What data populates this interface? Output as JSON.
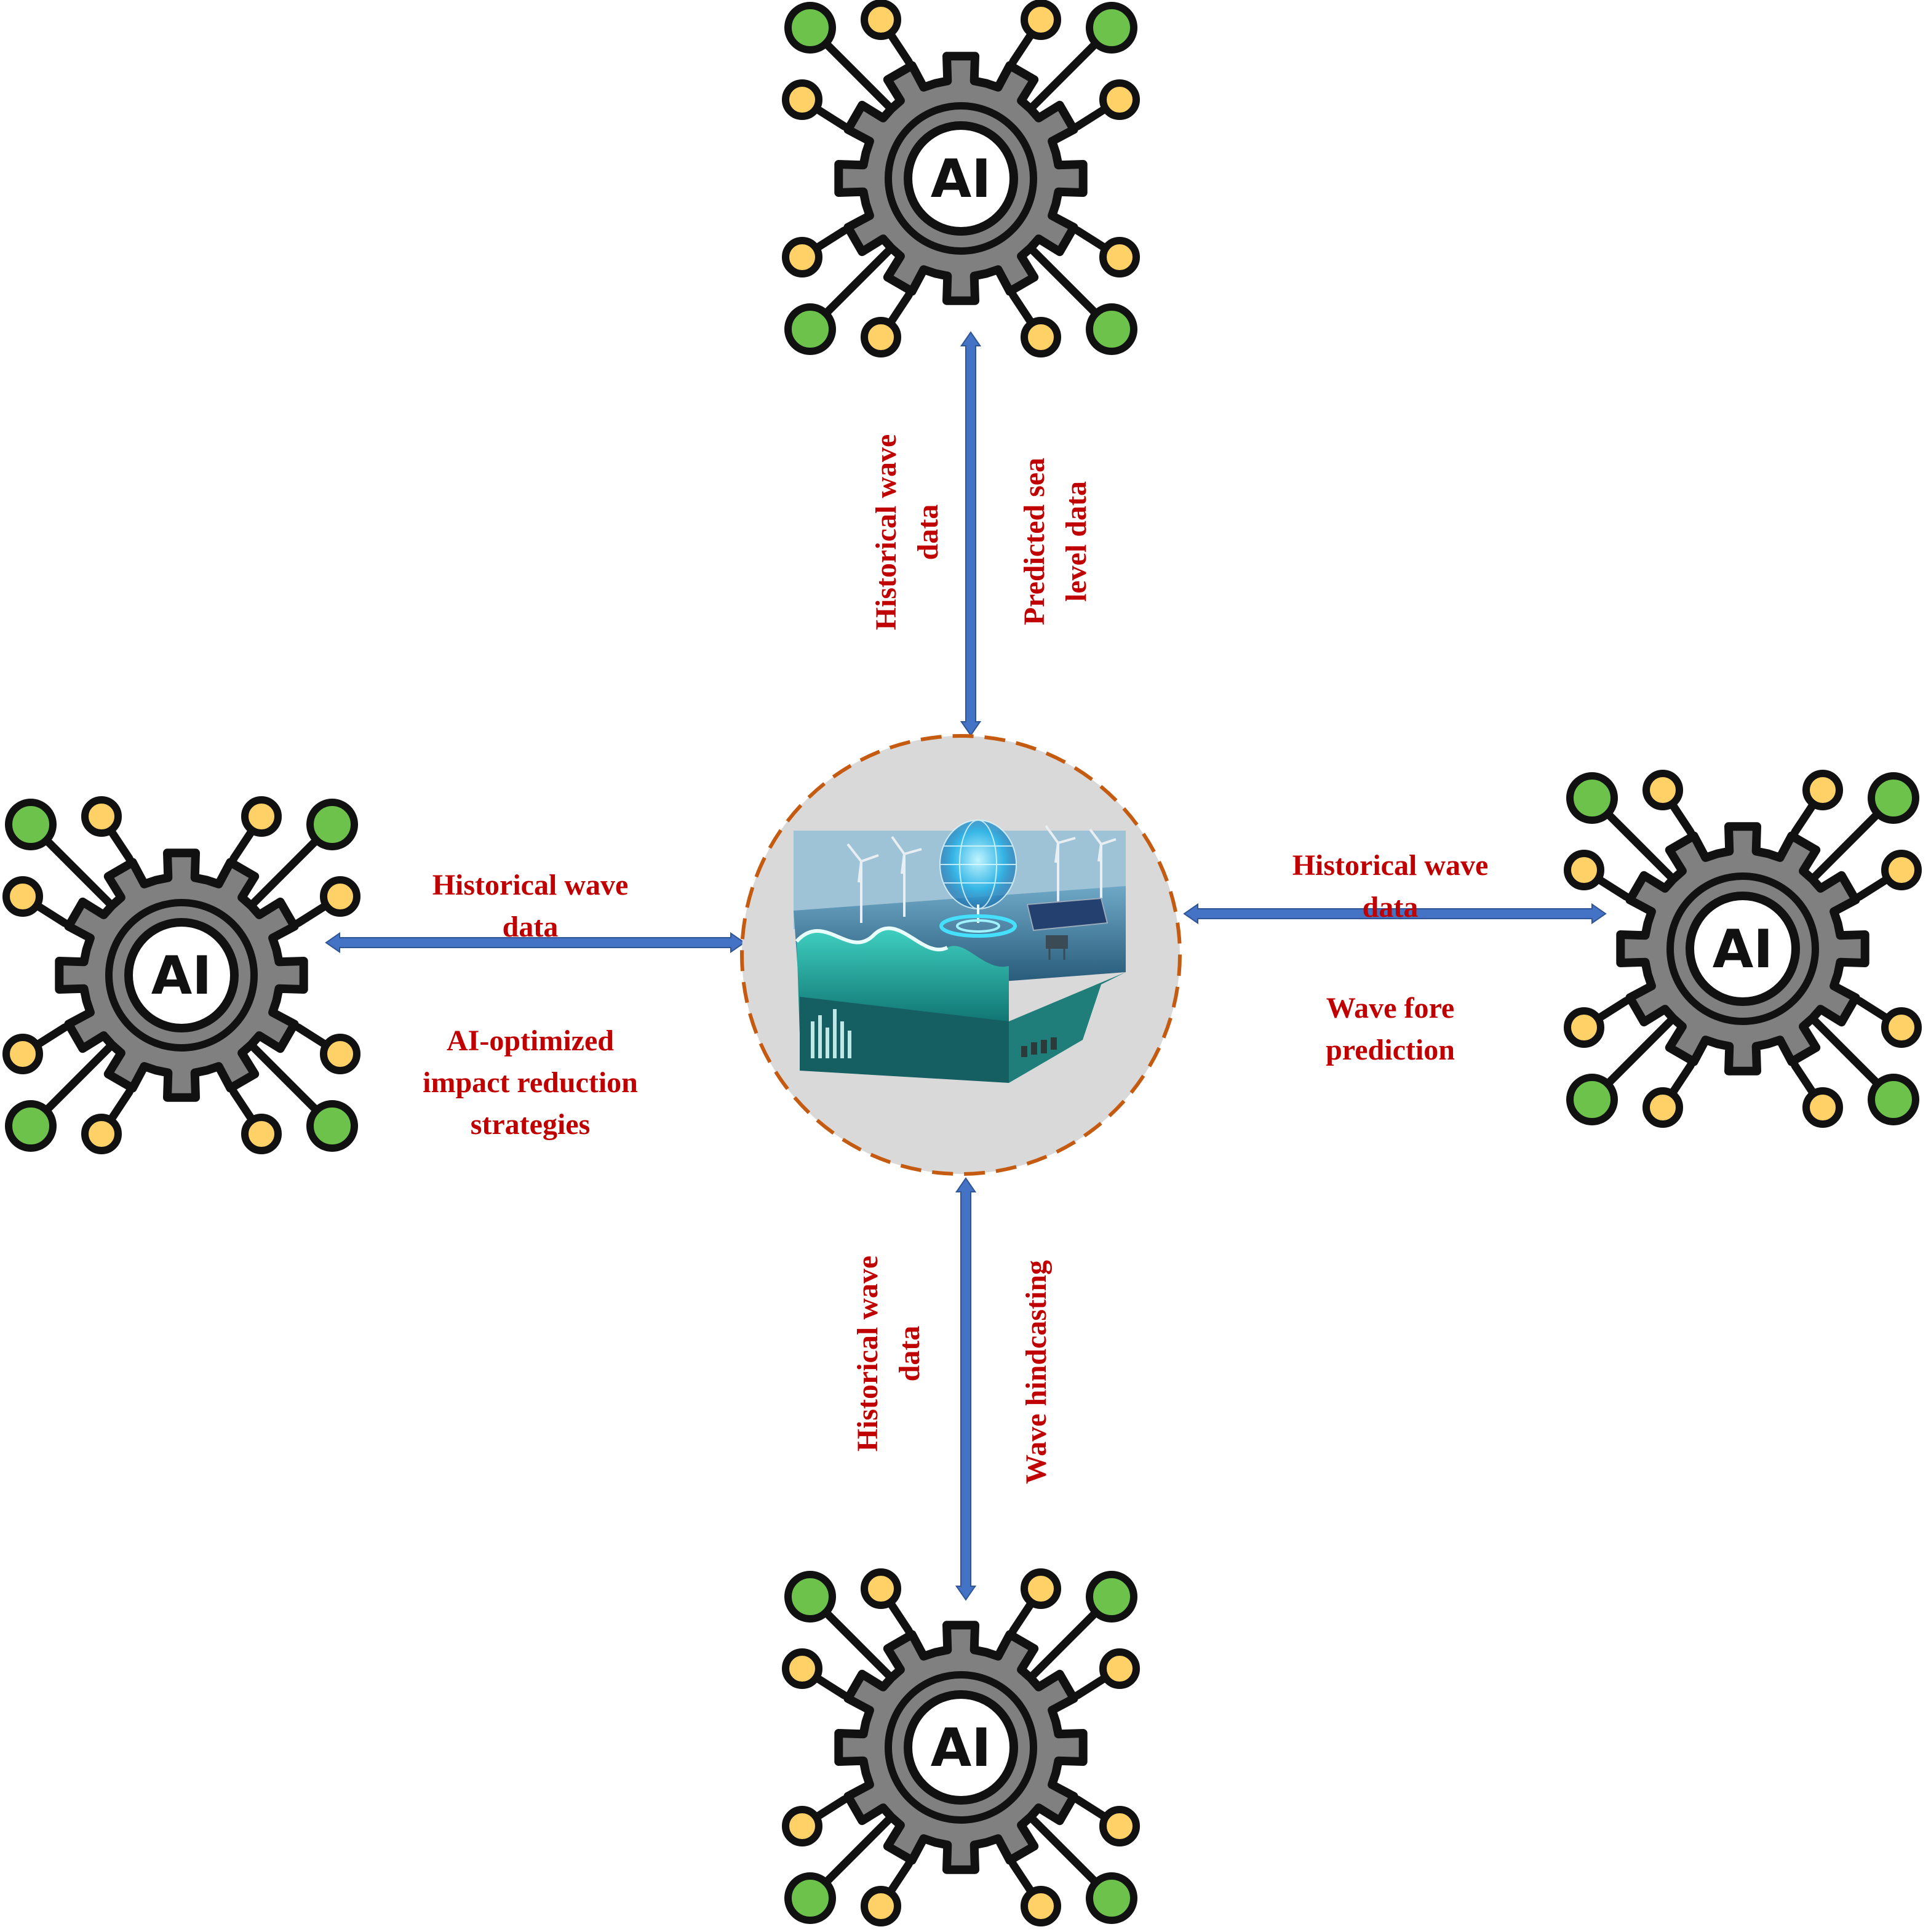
{
  "colors": {
    "label": "#c00000",
    "arrow": "#4472c4",
    "arrow_edge": "#2f5597",
    "gear": "#808080",
    "outline": "#111111",
    "node_green": "#6cc24a",
    "node_yellow": "#ffd166",
    "center_fill": "#d9d9d9",
    "center_dash": "#c55a11"
  },
  "icons": {
    "ai_module": "ai-gear-network-icon",
    "center": "ocean-wave-energy-illustration"
  },
  "ai_badge_text": "AI",
  "modules": [
    {
      "id": "top",
      "badge": "AI"
    },
    {
      "id": "left",
      "badge": "AI"
    },
    {
      "id": "right",
      "badge": "AI"
    },
    {
      "id": "bottom",
      "badge": "AI"
    }
  ],
  "links": {
    "top": {
      "input_label": [
        "Historical wave",
        "data"
      ],
      "output_label": [
        "Predicted sea",
        "level data"
      ]
    },
    "left": {
      "input_label": [
        "Historical wave",
        "data"
      ],
      "output_label": [
        "AI-optimized",
        "impact reduction",
        "strategies"
      ]
    },
    "right": {
      "input_label": [
        "Historical wave",
        "data"
      ],
      "output_label": [
        "Wave fore",
        "prediction"
      ]
    },
    "bottom": {
      "input_label": [
        "Historical wave",
        "data"
      ],
      "output_label": [
        "Wave hindcasting"
      ]
    }
  }
}
